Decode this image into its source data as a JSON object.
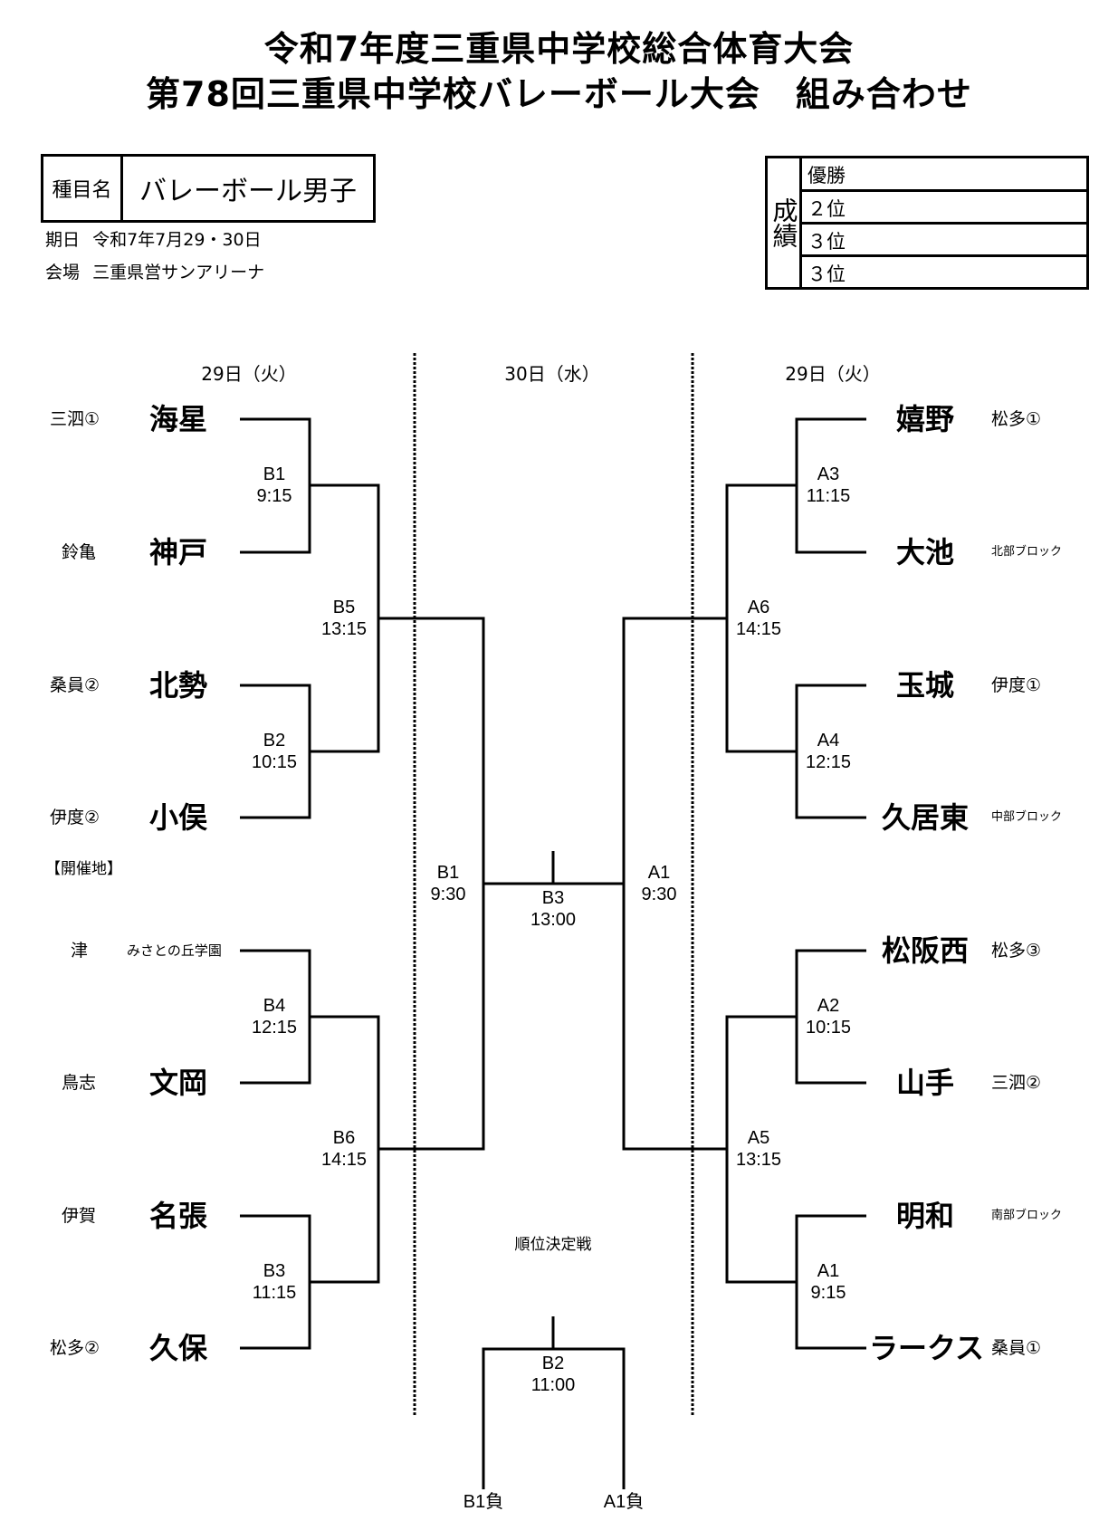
{
  "header": {
    "title_line1": "令和7年度三重県中学校総合体育大会",
    "title_line2": "第78回三重県中学校バレーボール大会　組み合わせ"
  },
  "event": {
    "label": "種目名",
    "value": "バレーボール男子",
    "date_label": "期日",
    "date_value": "令和7年7月29・30日",
    "venue_label": "会場",
    "venue_value": "三重県営サンアリーナ"
  },
  "results": {
    "label": "成績",
    "rows": [
      "優勝",
      "２位",
      "３位",
      "３位"
    ]
  },
  "days": {
    "left": "29日（火）",
    "center": "30日（水）",
    "right": "29日（火）"
  },
  "left_teams": [
    {
      "region": "三泗①",
      "name": "海星"
    },
    {
      "region": "鈴亀",
      "name": "神戸"
    },
    {
      "region": "桑員②",
      "name": "北勢"
    },
    {
      "region": "伊度②",
      "name": "小俣"
    },
    {
      "region": "津",
      "name": "みさとの丘学園"
    },
    {
      "region": "鳥志",
      "name": "文岡"
    },
    {
      "region": "伊賀",
      "name": "名張"
    },
    {
      "region": "松多②",
      "name": "久保"
    }
  ],
  "host_note": "【開催地】",
  "right_teams": [
    {
      "name": "嬉野",
      "region": "松多①"
    },
    {
      "name": "大池",
      "region": "北部ブロック"
    },
    {
      "name": "玉城",
      "region": "伊度①"
    },
    {
      "name": "久居東",
      "region": "中部ブロック"
    },
    {
      "name": "松阪西",
      "region": "松多③"
    },
    {
      "name": "山手",
      "region": "三泗②"
    },
    {
      "name": "明和",
      "region": "南部ブロック"
    },
    {
      "name": "ラークス",
      "region": "桑員①"
    }
  ],
  "matches": {
    "left_r1": [
      {
        "code": "B1",
        "time": "9:15"
      },
      {
        "code": "B2",
        "time": "10:15"
      },
      {
        "code": "B4",
        "time": "12:15"
      },
      {
        "code": "B3",
        "time": "11:15"
      }
    ],
    "left_r2": [
      {
        "code": "B5",
        "time": "13:15"
      },
      {
        "code": "B6",
        "time": "14:15"
      }
    ],
    "right_r1": [
      {
        "code": "A3",
        "time": "11:15"
      },
      {
        "code": "A4",
        "time": "12:15"
      },
      {
        "code": "A2",
        "time": "10:15"
      },
      {
        "code": "A1",
        "time": "9:15"
      }
    ],
    "right_r2": [
      {
        "code": "A6",
        "time": "14:15"
      },
      {
        "code": "A5",
        "time": "13:15"
      }
    ],
    "semi_left": {
      "code": "B1",
      "time": "9:30"
    },
    "semi_right": {
      "code": "A1",
      "time": "9:30"
    },
    "final": {
      "code": "B3",
      "time": "13:00"
    },
    "placement": {
      "title": "順位決定戦",
      "code": "B2",
      "time": "11:00",
      "left_entry": "B1負",
      "right_entry": "A1負"
    }
  }
}
